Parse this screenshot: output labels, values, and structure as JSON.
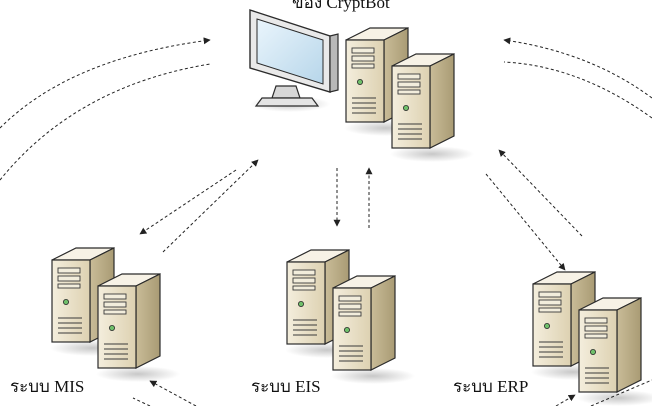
{
  "hub": {
    "label_main": "ของ CryptBot",
    "label_mark": "™"
  },
  "systems": [
    {
      "label": "ระบบ MIS"
    },
    {
      "label": "ระบบ EIS"
    },
    {
      "label": "ระบบ ERP"
    }
  ],
  "colors": {
    "server_front": "#ece4cf",
    "server_side": "#cfc3a2",
    "server_top": "#f7f2e6",
    "outline": "#2b2b2b",
    "monitor_screen": "#cfe6f4",
    "arrow": "#222222"
  }
}
